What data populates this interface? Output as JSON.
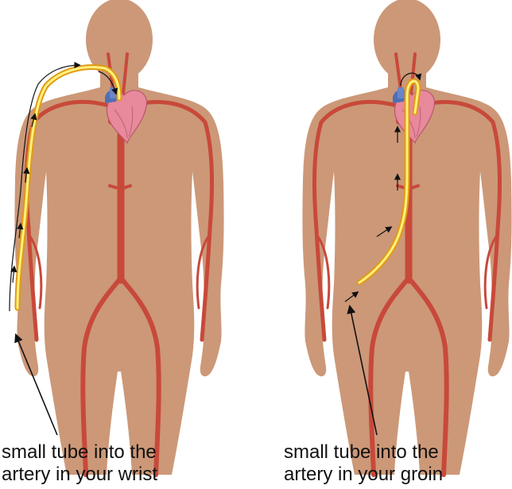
{
  "panels": [
    {
      "id": "wrist",
      "caption_line1": "small tube into the",
      "caption_line2": "artery in your wrist"
    },
    {
      "id": "groin",
      "caption_line1": "small tube into the",
      "caption_line2": "artery in your groin"
    }
  ],
  "colors": {
    "skin": "#CC9878",
    "skin_shadow": "#BE8A6A",
    "artery": "#C8493A",
    "artery_dark": "#A8362A",
    "heart": "#E8899C",
    "heart_vessel": "#4F6FB5",
    "catheter_outline": "#E09A18",
    "catheter_core": "#FFF07A",
    "arrow": "#111111"
  },
  "icons": [
    "human-body-figure",
    "heart-icon",
    "catheter-tube",
    "direction-arrow"
  ]
}
